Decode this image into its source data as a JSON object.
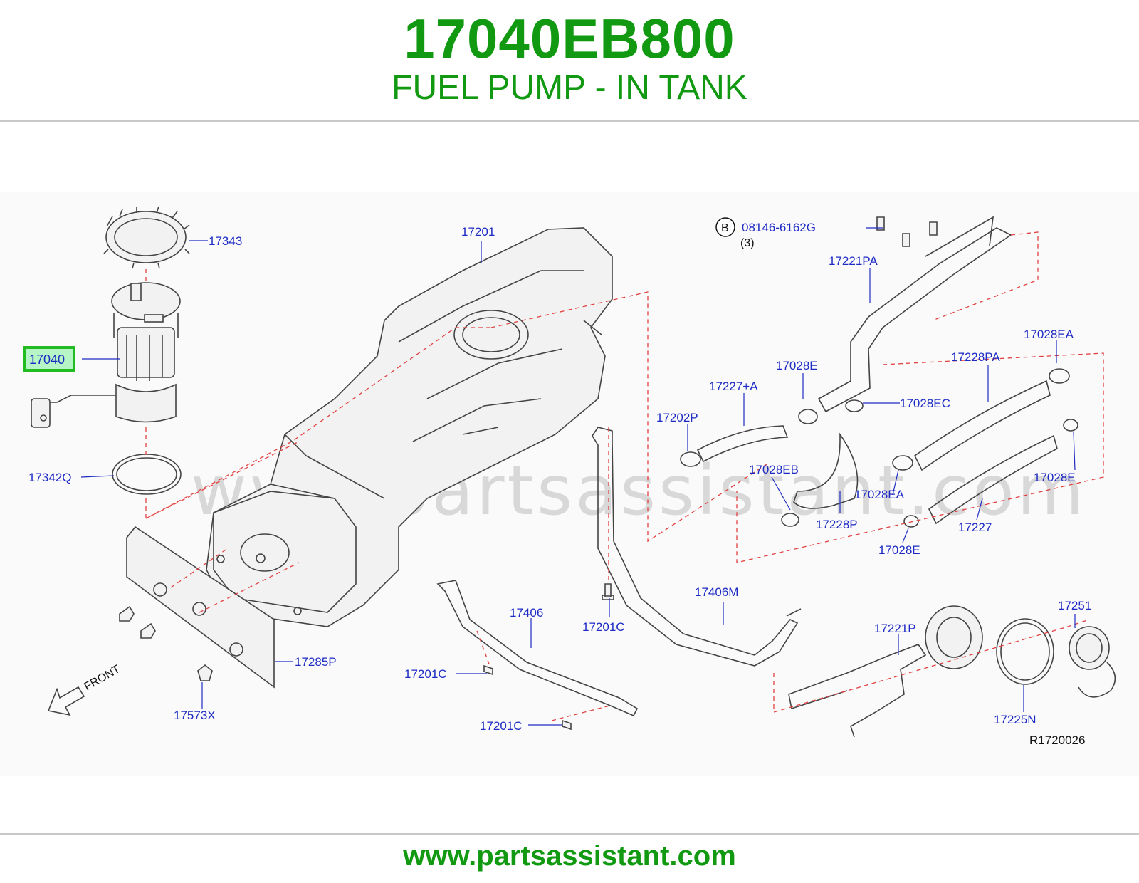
{
  "header": {
    "part_number": "17040EB800",
    "title": "FUEL PUMP - IN TANK"
  },
  "diagram": {
    "watermark": "www.partsassistant.com",
    "reference_code": "R1720026",
    "front_label": "FRONT",
    "bolt_symbol": "B",
    "bolt_qty": "(3)",
    "highlighted_part": "17040",
    "callouts": {
      "c17343": "17343",
      "c17040": "17040",
      "c17342Q": "17342Q",
      "c17201": "17201",
      "c08146": "08146-6162G",
      "c17221PA": "17221PA",
      "c17028E_top": "17028E",
      "c17227A": "17227+A",
      "c17202P": "17202P",
      "c17028EC": "17028EC",
      "c17028EA_top": "17028EA",
      "c17228PA": "17228PA",
      "c17028EB": "17028EB",
      "c17028EA_mid": "17028EA",
      "c17228P": "17228P",
      "c17028E_right": "17028E",
      "c17227": "17227",
      "c17028E_bottom": "17028E",
      "c17406M": "17406M",
      "c17201C_mid": "17201C",
      "c17406": "17406",
      "c17201C_left": "17201C",
      "c17201C_bottom": "17201C",
      "c17285P": "17285P",
      "c17573X": "17573X",
      "c17221P": "17221P",
      "c17225N": "17225N",
      "c17251": "17251"
    }
  },
  "footer": {
    "url": "www.partsassistant.com"
  }
}
